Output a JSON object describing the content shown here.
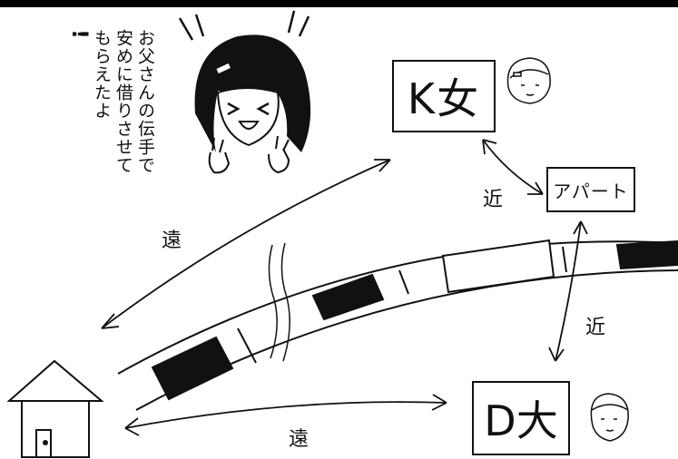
{
  "speech": {
    "line1": "お父さんの伝手で",
    "line2": "安めに借りさせて",
    "line3": "もらえたよ",
    "line4": "!"
  },
  "boxes": {
    "k_school": "K女",
    "d_university": "D大",
    "apartment": "アパート"
  },
  "distance_labels": {
    "far_home_to_k": "遠",
    "far_home_to_d": "遠",
    "near_k_to_apartment": "近",
    "near_apartment_to_d": "近"
  },
  "colors": {
    "ink": "#111111",
    "paper": "#ffffff"
  },
  "icons": [
    "house-icon",
    "train-icon",
    "girl-character",
    "face-sketch-icon"
  ]
}
